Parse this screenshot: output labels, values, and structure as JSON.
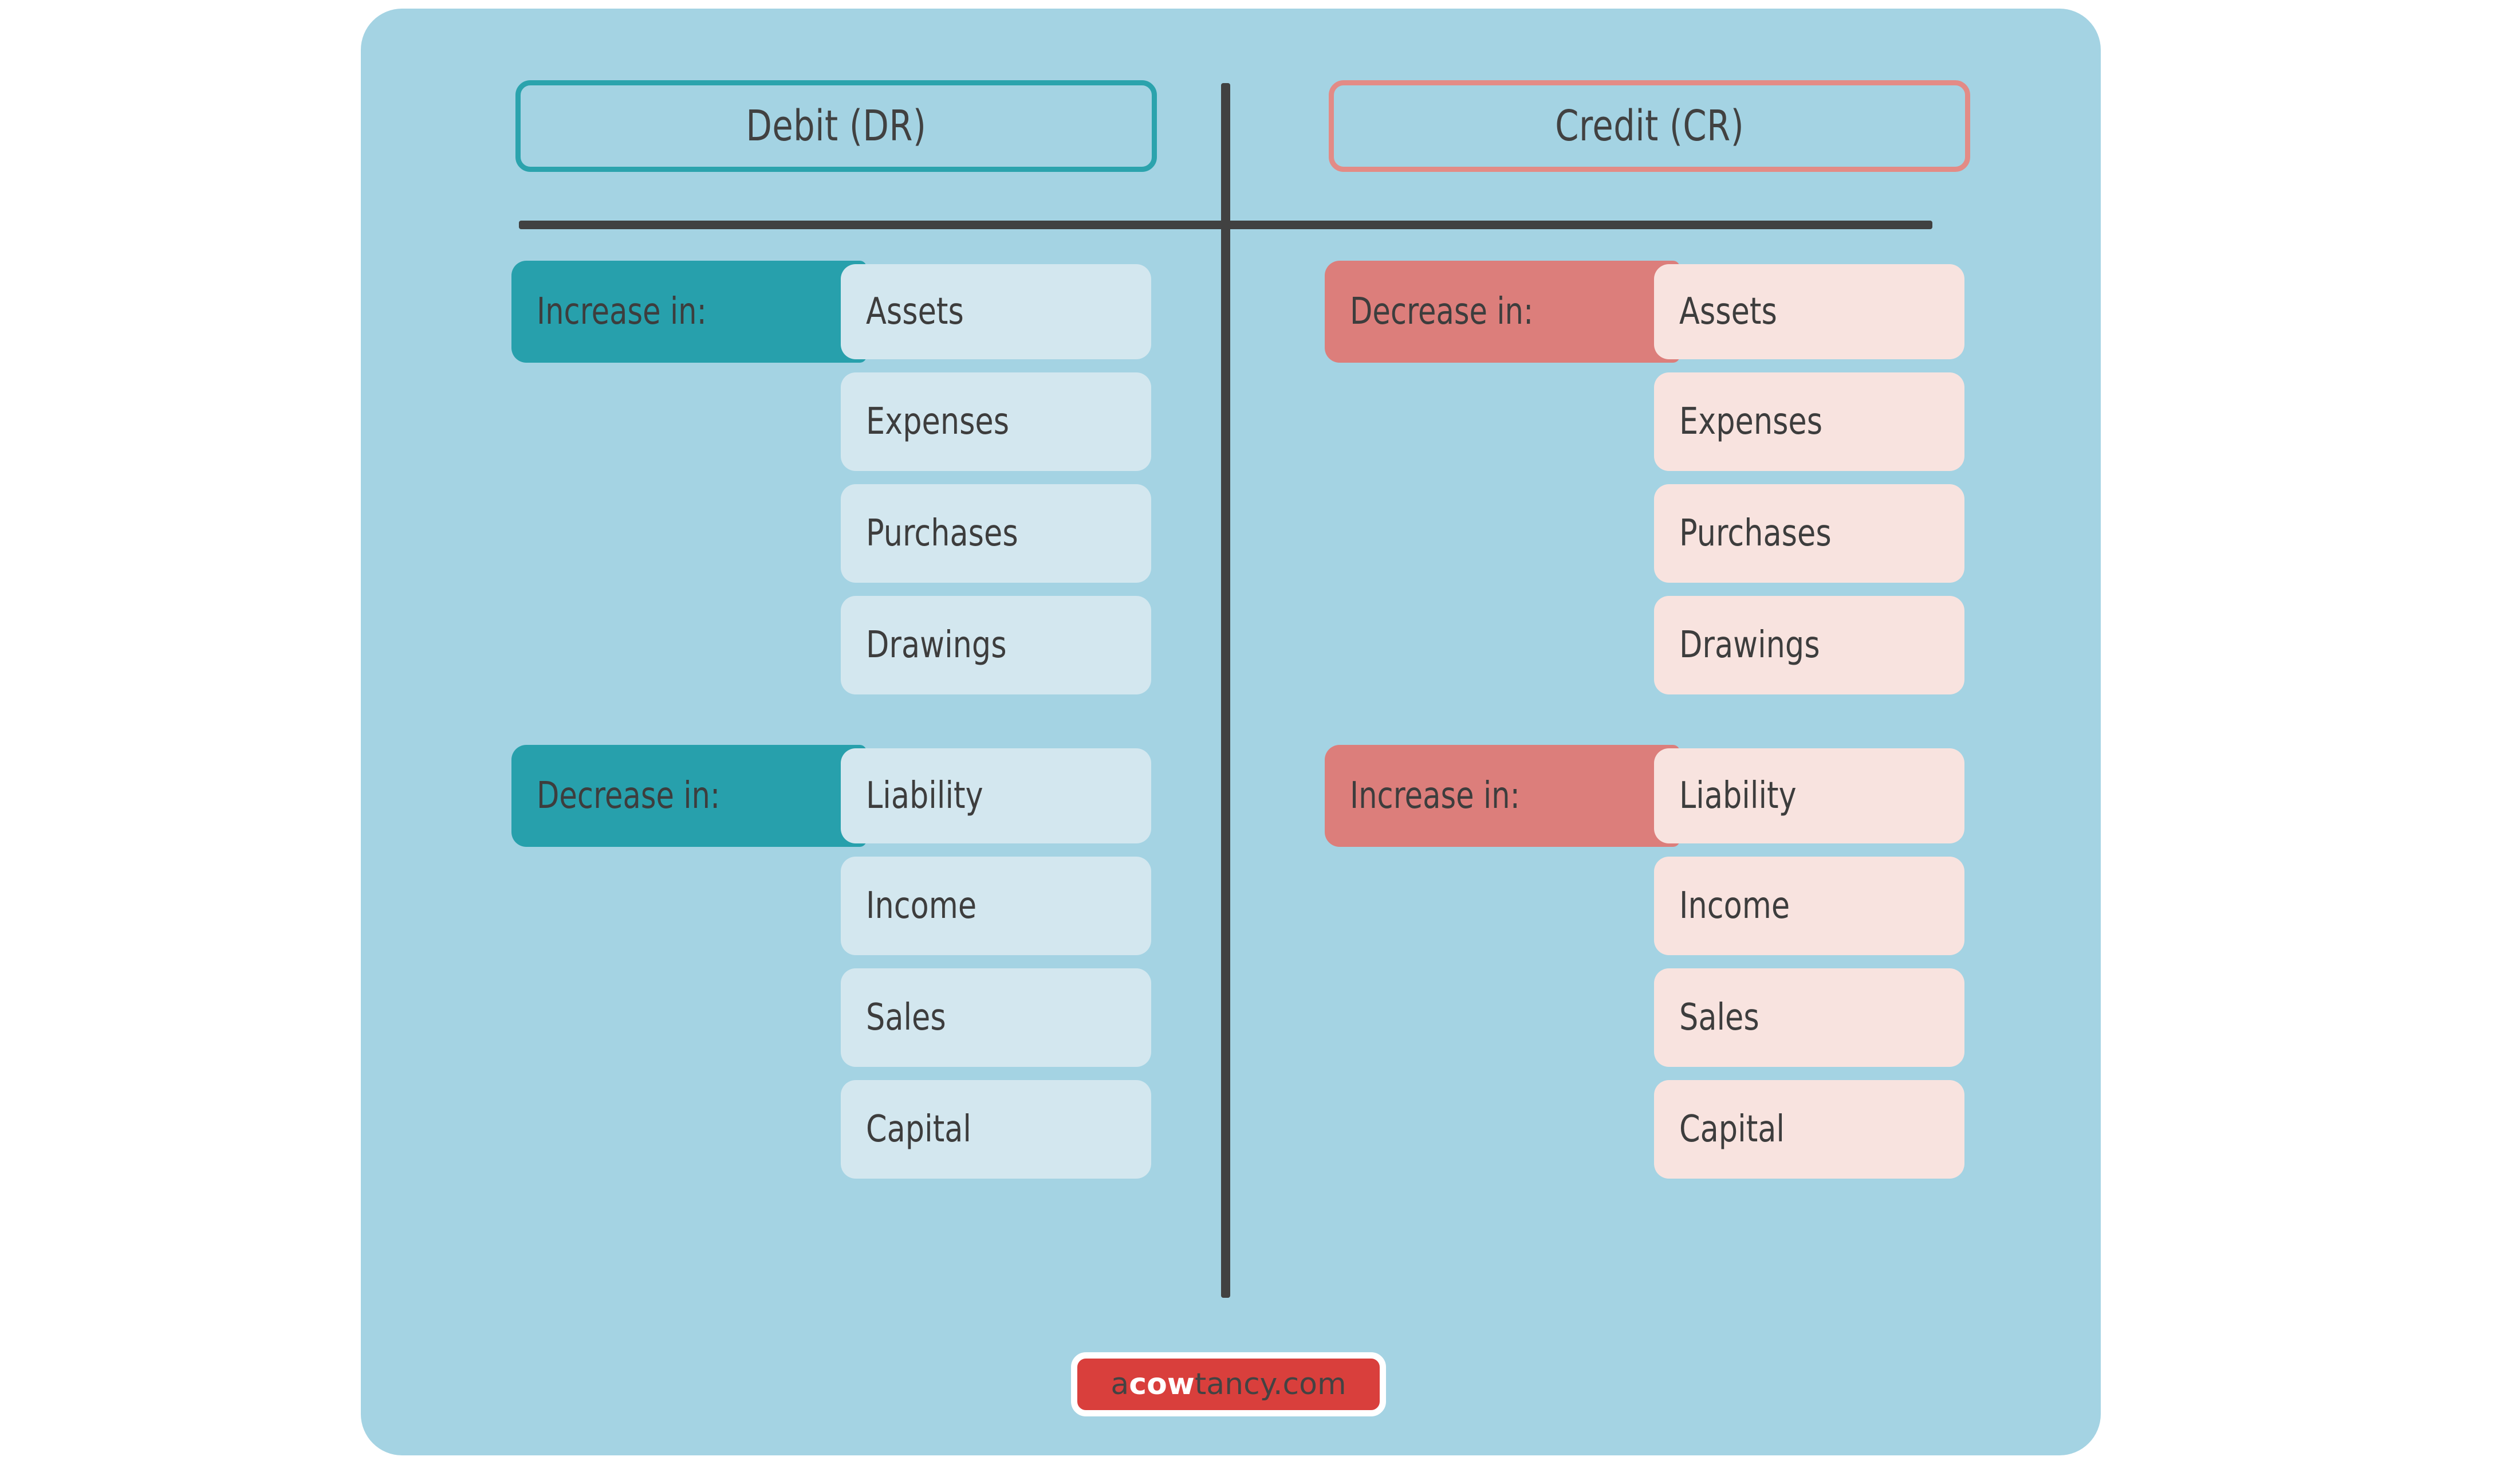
{
  "card": {
    "background_color": "#a4d3e3"
  },
  "colors": {
    "background": "#a4d3e3",
    "debit_accent": "#27a0ac",
    "credit_accent": "#dc7e7b",
    "debit_item_bg": "#d3e7ef",
    "credit_item_bg": "#f8e3df",
    "rule": "#414141",
    "text": "#3d3d3d",
    "logo_bg": "#d93f3c"
  },
  "columns": [
    {
      "id": "debit",
      "header": "Debit (DR)",
      "groups": [
        {
          "label": "Increase in:",
          "items": [
            "Assets",
            "Expenses",
            "Purchases",
            "Drawings"
          ]
        },
        {
          "label": "Decrease in:",
          "items": [
            "Liability",
            "Income",
            "Sales",
            "Capital"
          ]
        }
      ]
    },
    {
      "id": "credit",
      "header": "Credit (CR)",
      "groups": [
        {
          "label": "Decrease in:",
          "items": [
            "Assets",
            "Expenses",
            "Purchases",
            "Drawings"
          ]
        },
        {
          "label": "Increase in:",
          "items": [
            "Liability",
            "Income",
            "Sales",
            "Capital"
          ]
        }
      ]
    }
  ],
  "logo": {
    "prefix": "a",
    "highlight": "cow",
    "suffix": "tancy.com",
    "full": "acowtancy.com"
  }
}
